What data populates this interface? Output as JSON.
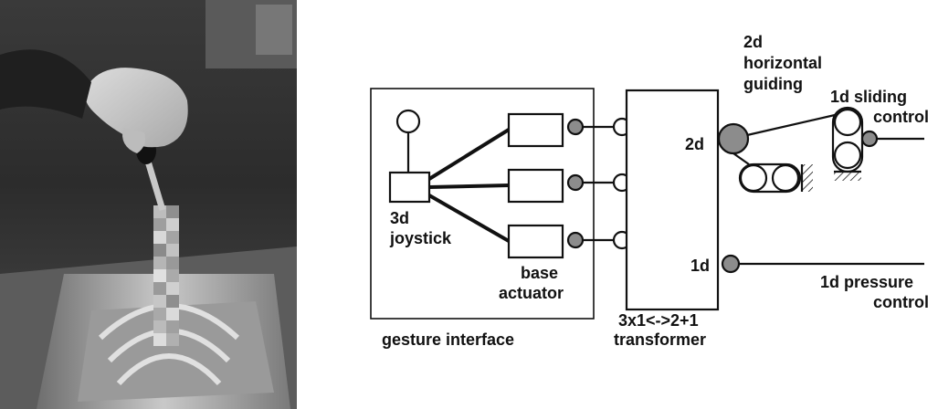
{
  "colors": {
    "port_fill": "#8c8c8c",
    "open_fill": "#ffffff",
    "line": "#111111",
    "photo_dark": "#2a2a2a"
  },
  "labels": {
    "joystick_l1": "3d",
    "joystick_l2": "joystick",
    "actuator_l1": "base",
    "actuator_l2": "actuator",
    "gesture": "gesture interface",
    "transformer_l1": "3x1<->2+1",
    "transformer_l2": "transformer",
    "out2d": "2d",
    "out1d": "1d",
    "horiz_l1": "2d",
    "horiz_l2": "horizontal",
    "horiz_l3": "guiding",
    "sliding_l1": "1d sliding",
    "sliding_l2": "control",
    "pressure_l1": "1d pressure",
    "pressure_l2": "control"
  }
}
